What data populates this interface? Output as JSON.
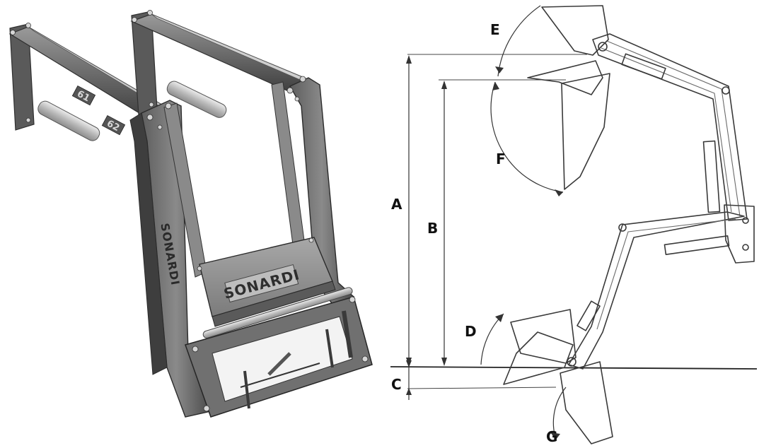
{
  "loader": {
    "brand_front": "SONARDI",
    "brand_side": "SONARDI",
    "tag_left": "61",
    "tag_right": "62"
  },
  "diagram": {
    "labels": {
      "A": "A",
      "B": "B",
      "C": "C",
      "D": "D",
      "E": "E",
      "F": "F",
      "G": "G"
    }
  },
  "colors": {
    "frame_dark": "#4a4a4a",
    "frame_mid": "#7a7a7a",
    "frame_light": "#b5b5b5",
    "line": "#333333",
    "background": "#ffffff"
  }
}
